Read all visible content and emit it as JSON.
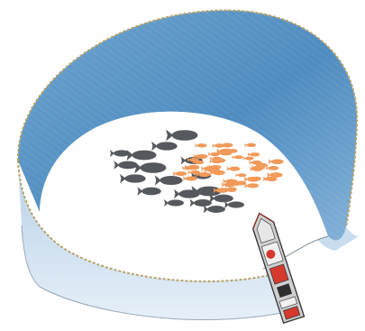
{
  "illustration": {
    "subject": "purse-seine-net-encircling-fish-school",
    "colors": {
      "background": "#ffffff",
      "net_inner": "#5b95c6",
      "net_inner_light": "#a9c8e2",
      "net_outer": "#9fc0de",
      "net_outer_light": "#dde9f4",
      "float_line": "#b5a26a",
      "dark_fish": "#55585c",
      "orange_fish": "#f19a5a",
      "boat_hull": "#d9d9d9",
      "boat_red": "#d63a2f",
      "boat_dark": "#2e2e2e"
    },
    "school": {
      "dark_fish_count": 18,
      "orange_fish_count": 50
    }
  }
}
